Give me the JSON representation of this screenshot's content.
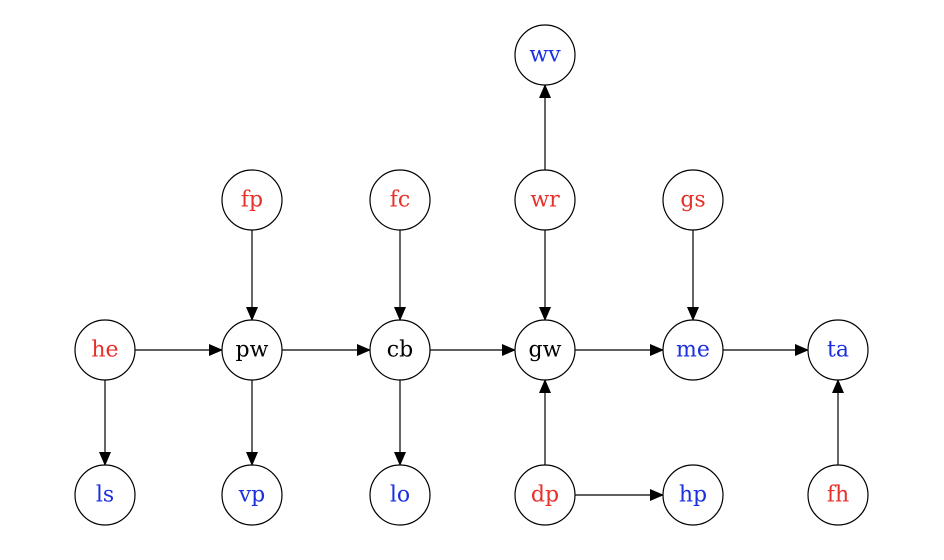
{
  "colors": {
    "observed": "#e8302a",
    "target": "#1a2fe0",
    "latent": "#000000"
  },
  "nodes": [
    {
      "id": "wv",
      "label": "wv",
      "role": "target"
    },
    {
      "id": "fp",
      "label": "fp",
      "role": "observed"
    },
    {
      "id": "fc",
      "label": "fc",
      "role": "observed"
    },
    {
      "id": "wr",
      "label": "wr",
      "role": "observed"
    },
    {
      "id": "gs",
      "label": "gs",
      "role": "observed"
    },
    {
      "id": "he",
      "label": "he",
      "role": "observed"
    },
    {
      "id": "pw",
      "label": "pw",
      "role": "latent"
    },
    {
      "id": "cb",
      "label": "cb",
      "role": "latent"
    },
    {
      "id": "gw",
      "label": "gw",
      "role": "latent"
    },
    {
      "id": "me",
      "label": "me",
      "role": "target"
    },
    {
      "id": "ta",
      "label": "ta",
      "role": "target"
    },
    {
      "id": "ls",
      "label": "ls",
      "role": "target"
    },
    {
      "id": "vp",
      "label": "vp",
      "role": "target"
    },
    {
      "id": "lo",
      "label": "lo",
      "role": "target"
    },
    {
      "id": "dp",
      "label": "dp",
      "role": "observed"
    },
    {
      "id": "hp",
      "label": "hp",
      "role": "target"
    },
    {
      "id": "fh",
      "label": "fh",
      "role": "observed"
    }
  ],
  "edges": [
    {
      "from": "he",
      "to": "pw"
    },
    {
      "from": "pw",
      "to": "cb"
    },
    {
      "from": "cb",
      "to": "gw"
    },
    {
      "from": "gw",
      "to": "me"
    },
    {
      "from": "me",
      "to": "ta"
    },
    {
      "from": "fp",
      "to": "pw"
    },
    {
      "from": "fc",
      "to": "cb"
    },
    {
      "from": "wr",
      "to": "gw"
    },
    {
      "from": "wr",
      "to": "wv"
    },
    {
      "from": "gs",
      "to": "me"
    },
    {
      "from": "he",
      "to": "ls"
    },
    {
      "from": "pw",
      "to": "vp"
    },
    {
      "from": "cb",
      "to": "lo"
    },
    {
      "from": "dp",
      "to": "gw"
    },
    {
      "from": "dp",
      "to": "hp"
    },
    {
      "from": "fh",
      "to": "ta"
    }
  ]
}
